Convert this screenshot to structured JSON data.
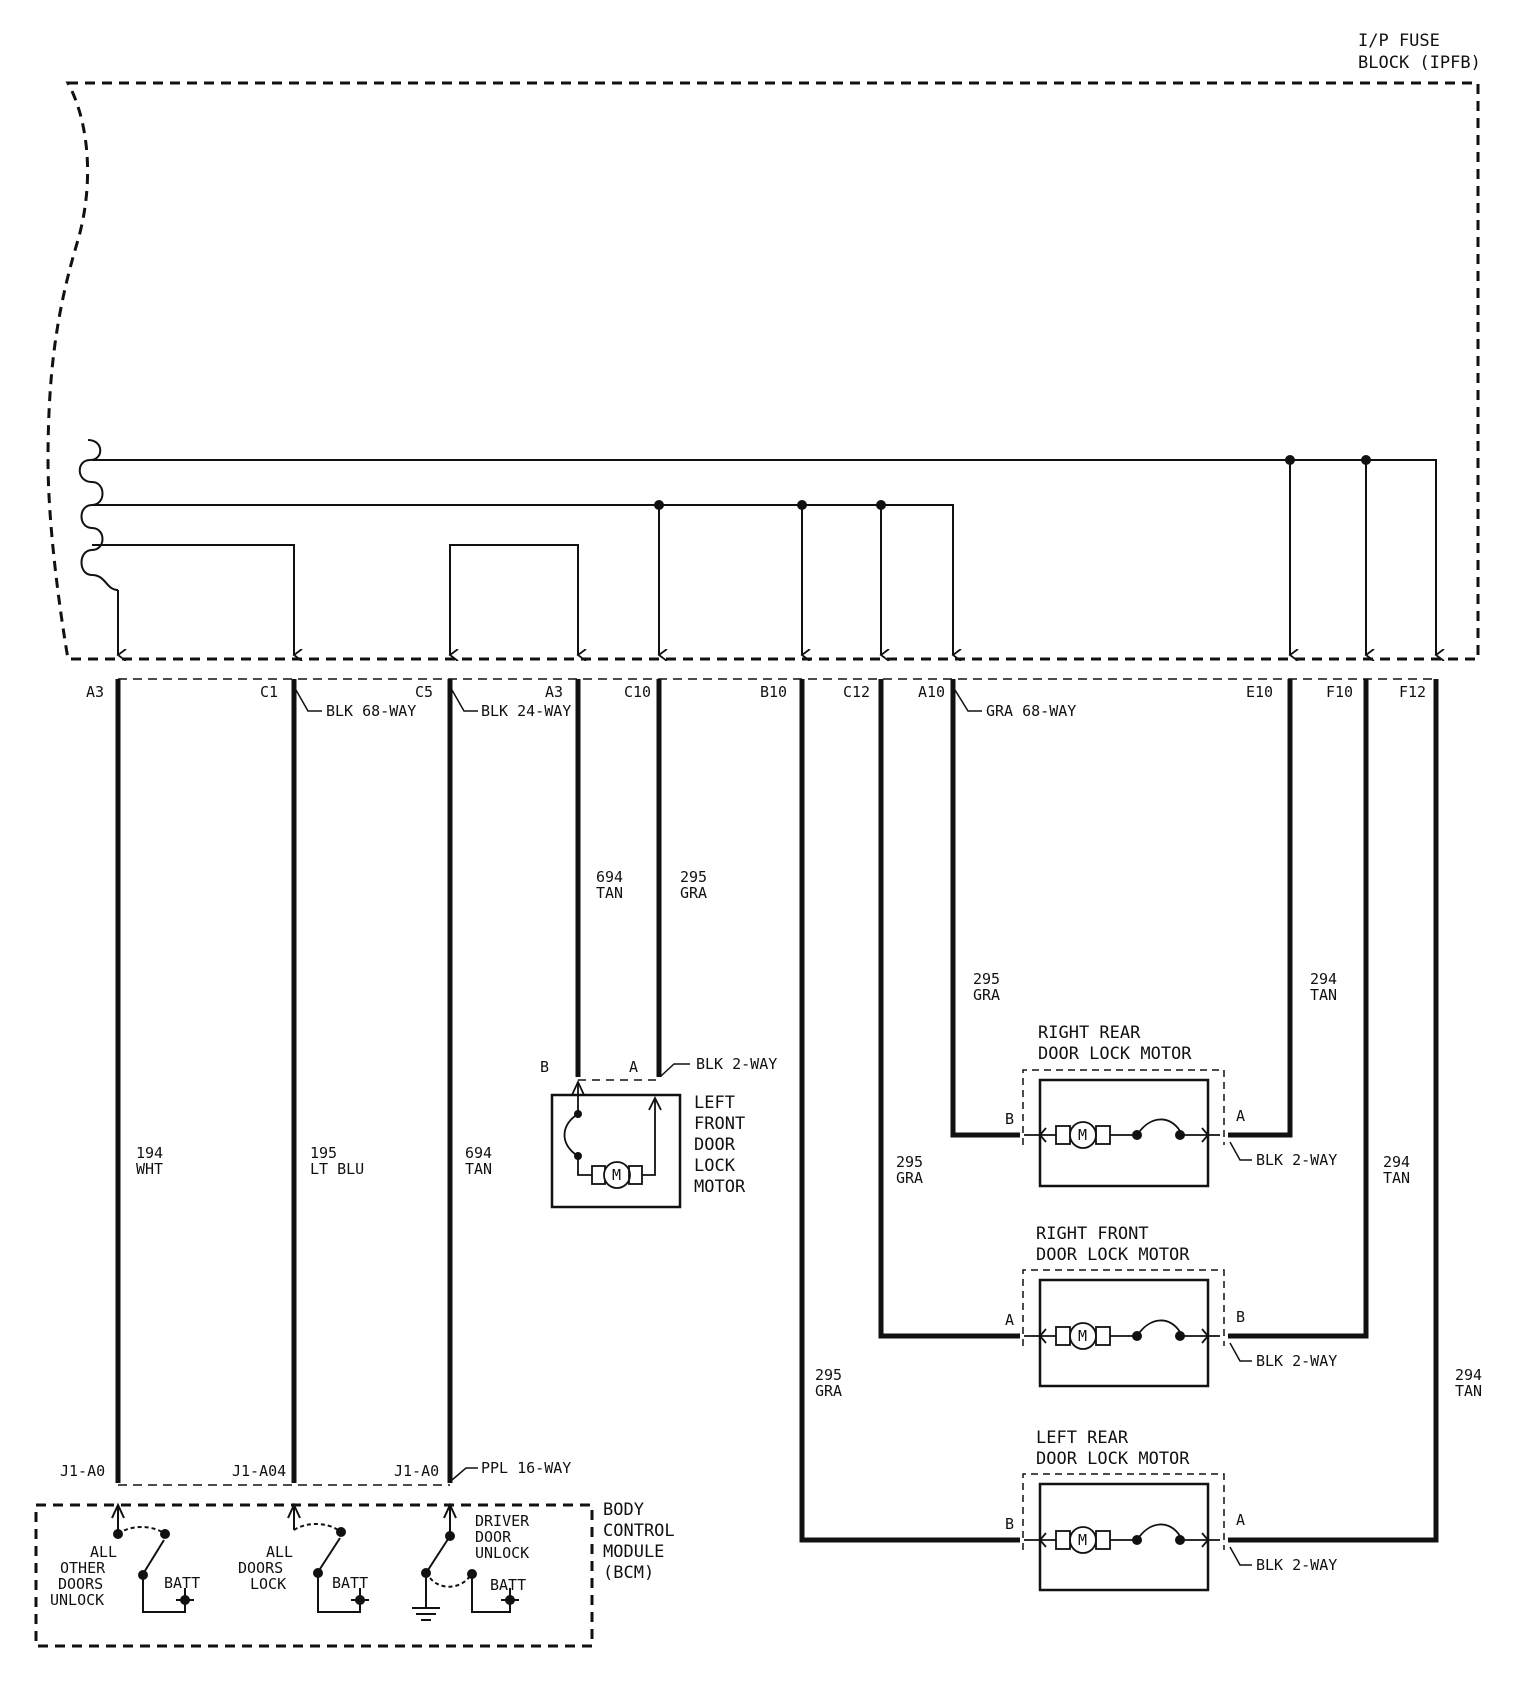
{
  "fuse_block": {
    "line1": "I/P FUSE",
    "line2": "BLOCK (IPFB)"
  },
  "cavities": {
    "a3_1": "A3",
    "c1": "C1",
    "c5": "C5",
    "a3_2": "A3",
    "c10": "C10",
    "b10": "B10",
    "c12": "C12",
    "a10": "A10",
    "e10": "E10",
    "f10": "F10",
    "f12": "F12"
  },
  "connectors": {
    "blk68": "BLK 68-WAY",
    "blk24": "BLK 24-WAY",
    "gra68": "GRA 68-WAY",
    "blk2_lf": "BLK 2-WAY",
    "blk2_rr": "BLK 2-WAY",
    "blk2_rf": "BLK 2-WAY",
    "blk2_lr": "BLK 2-WAY",
    "ppl16": "PPL 16-WAY"
  },
  "wires": {
    "w194": {
      "circuit": "194",
      "color": "WHT"
    },
    "w195": {
      "circuit": "195",
      "color": "LT BLU"
    },
    "w694a": {
      "circuit": "694",
      "color": "TAN"
    },
    "w694b": {
      "circuit": "694",
      "color": "TAN"
    },
    "w295a": {
      "circuit": "295",
      "color": "GRA"
    },
    "w295b": {
      "circuit": "295",
      "color": "GRA"
    },
    "w295c": {
      "circuit": "295",
      "color": "GRA"
    },
    "w295d": {
      "circuit": "295",
      "color": "GRA"
    },
    "w294a": {
      "circuit": "294",
      "color": "TAN"
    },
    "w294b": {
      "circuit": "294",
      "color": "TAN"
    },
    "w294c": {
      "circuit": "294",
      "color": "TAN"
    }
  },
  "lf_motor": {
    "line1": "LEFT",
    "line2": "FRONT",
    "line3": "DOOR",
    "line4": "LOCK",
    "line5": "MOTOR",
    "pin_b": "B",
    "pin_a": "A",
    "m": "M"
  },
  "rr_motor": {
    "line1": "RIGHT REAR",
    "line2": "DOOR LOCK MOTOR",
    "pin_left": "B",
    "pin_right": "A",
    "m": "M"
  },
  "rf_motor": {
    "line1": "RIGHT FRONT",
    "line2": "DOOR LOCK MOTOR",
    "pin_left": "A",
    "pin_right": "B",
    "m": "M"
  },
  "lr_motor": {
    "line1": "LEFT REAR",
    "line2": "DOOR LOCK MOTOR",
    "pin_left": "B",
    "pin_right": "A",
    "m": "M"
  },
  "bcm": {
    "line1": "BODY",
    "line2": "CONTROL",
    "line3": "MODULE",
    "line4": "(BCM)",
    "pin1": "J1-A0",
    "pin2": "J1-A04",
    "pin3": "J1-A0",
    "sw1": {
      "line1": "ALL",
      "line2": "OTHER",
      "line3": "DOORS",
      "line4": "UNLOCK"
    },
    "sw2": {
      "line1": "ALL",
      "line2": "DOORS",
      "line3": "LOCK"
    },
    "sw3": {
      "line1": "DRIVER",
      "line2": "DOOR",
      "line3": "UNLOCK"
    },
    "batt1": "BATT",
    "batt2": "BATT",
    "batt3": "BATT"
  }
}
